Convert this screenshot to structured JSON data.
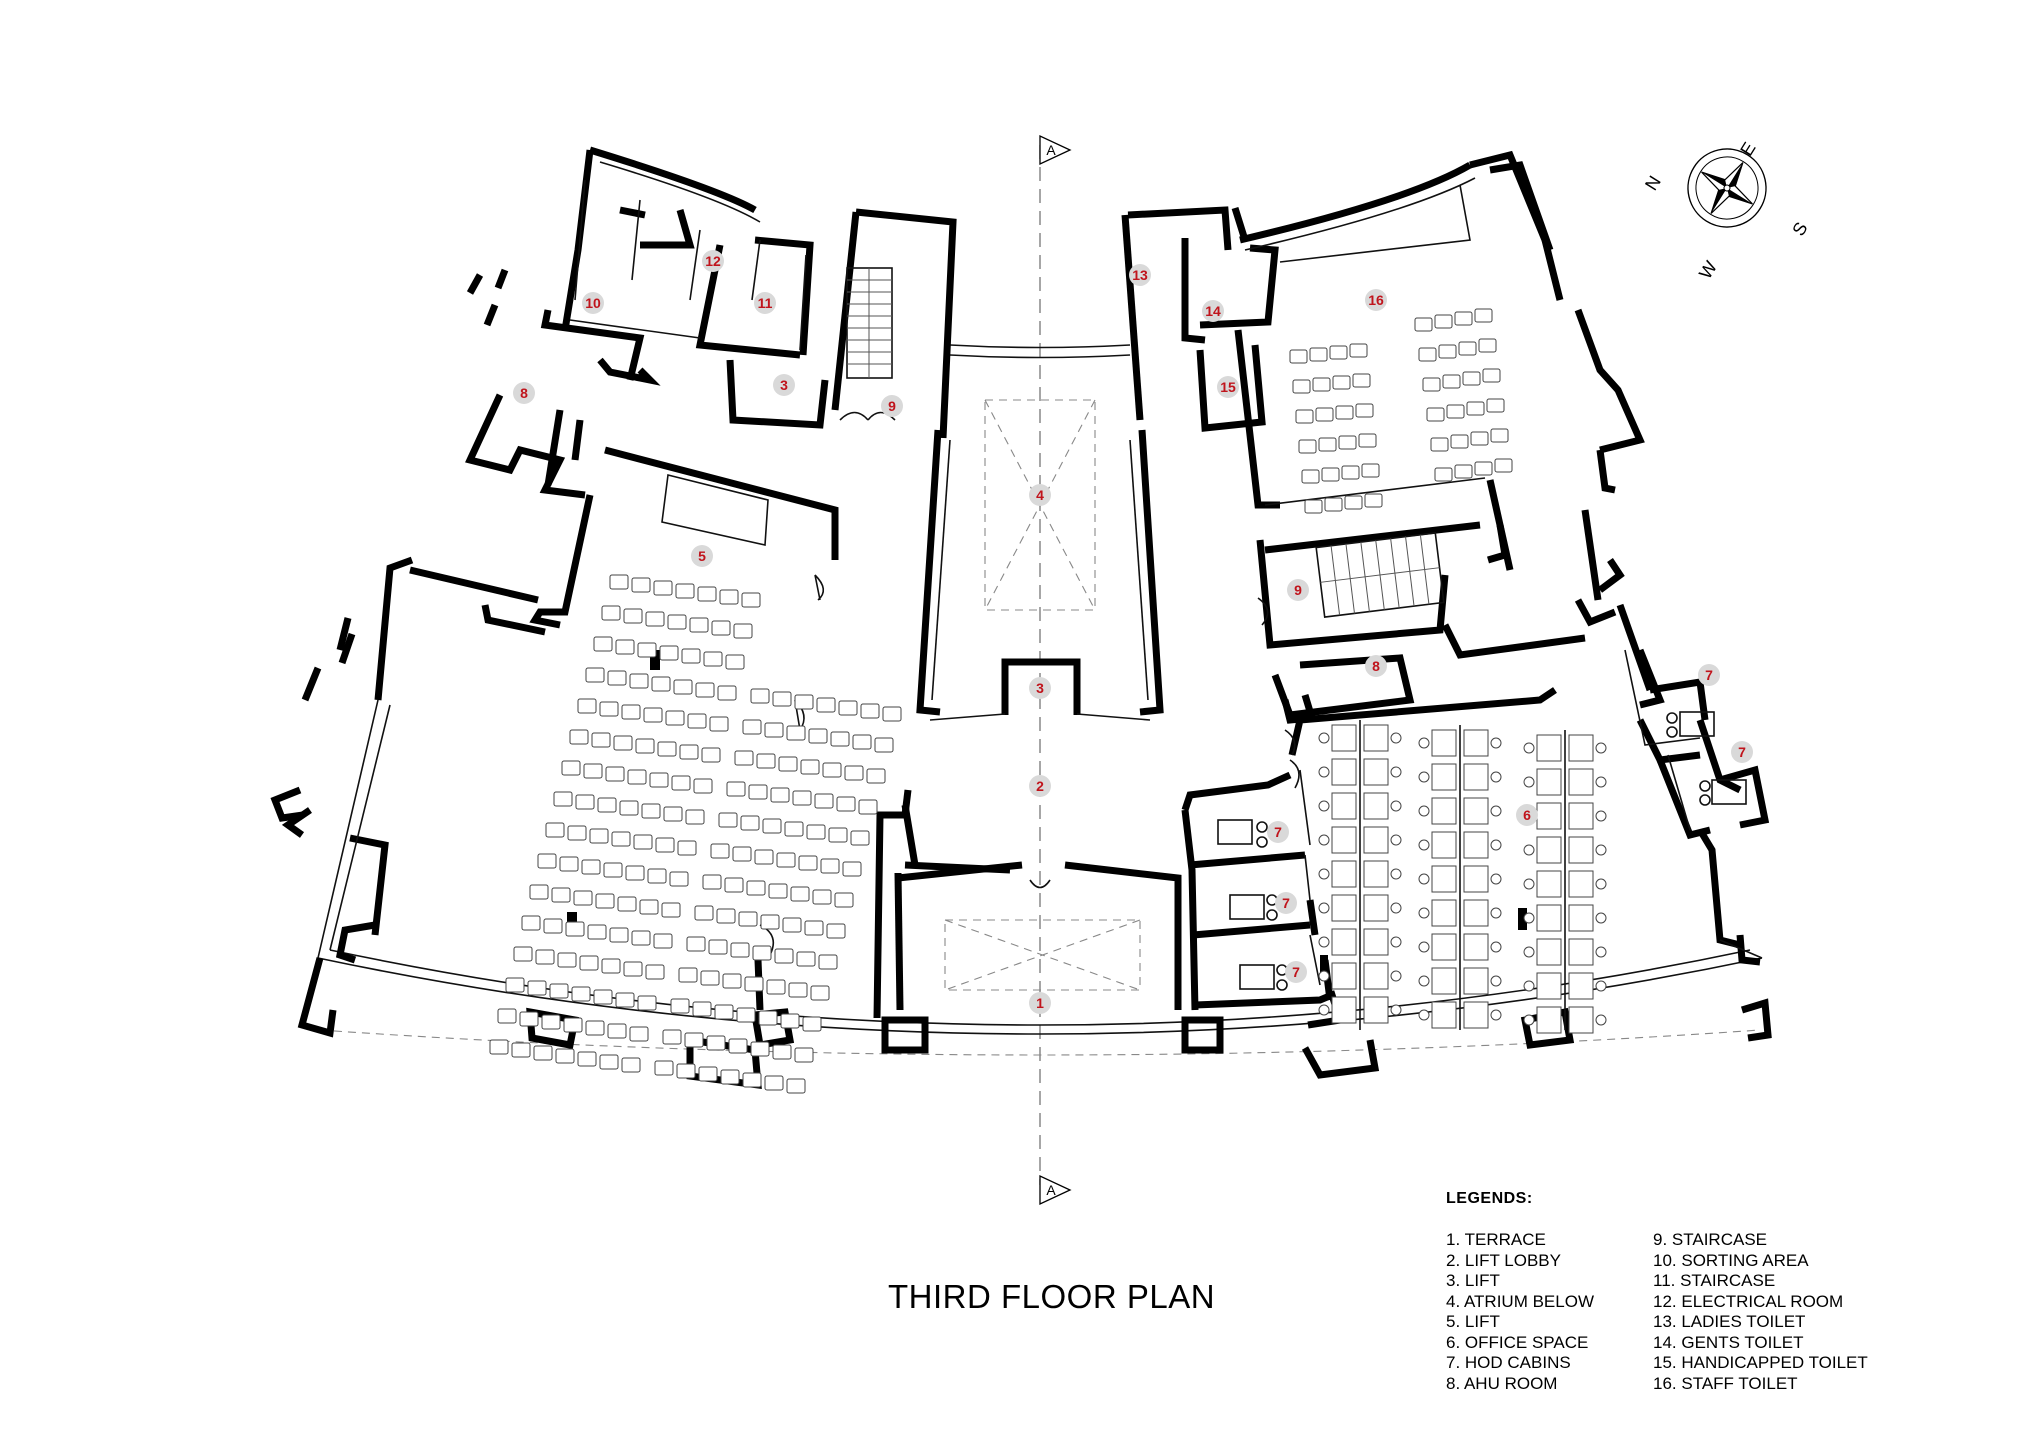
{
  "title": "THIRD FLOOR PLAN",
  "legend": {
    "heading": "LEGENDS:",
    "col1": [
      "1. TERRACE",
      "2. LIFT LOBBY",
      "3. LIFT",
      "4. ATRIUM BELOW",
      "5. LIFT",
      "6. OFFICE SPACE",
      "7. HOD CABINS",
      "8. AHU ROOM"
    ],
    "col2": [
      "9. STAIRCASE",
      "10. SORTING AREA",
      "11. STAIRCASE",
      "12. ELECTRICAL ROOM",
      "13. LADIES TOILET",
      "14. GENTS TOILET",
      "15. HANDICAPPED TOILET",
      "16. STAFF TOILET"
    ]
  },
  "section_marks": [
    "A",
    "A"
  ],
  "compass": {
    "north": "N",
    "east": "E",
    "south": "S",
    "west": "W"
  },
  "room_numbers": [
    "1",
    "2",
    "3",
    "4",
    "5",
    "6",
    "7",
    "7",
    "7",
    "7",
    "7",
    "8",
    "8",
    "9",
    "9",
    "10",
    "11",
    "12",
    "3",
    "13",
    "14",
    "15",
    "16"
  ],
  "colors": {
    "badge_text": "#c0141c",
    "badge_fill": "#d9d9d9",
    "walls": "#000000"
  }
}
